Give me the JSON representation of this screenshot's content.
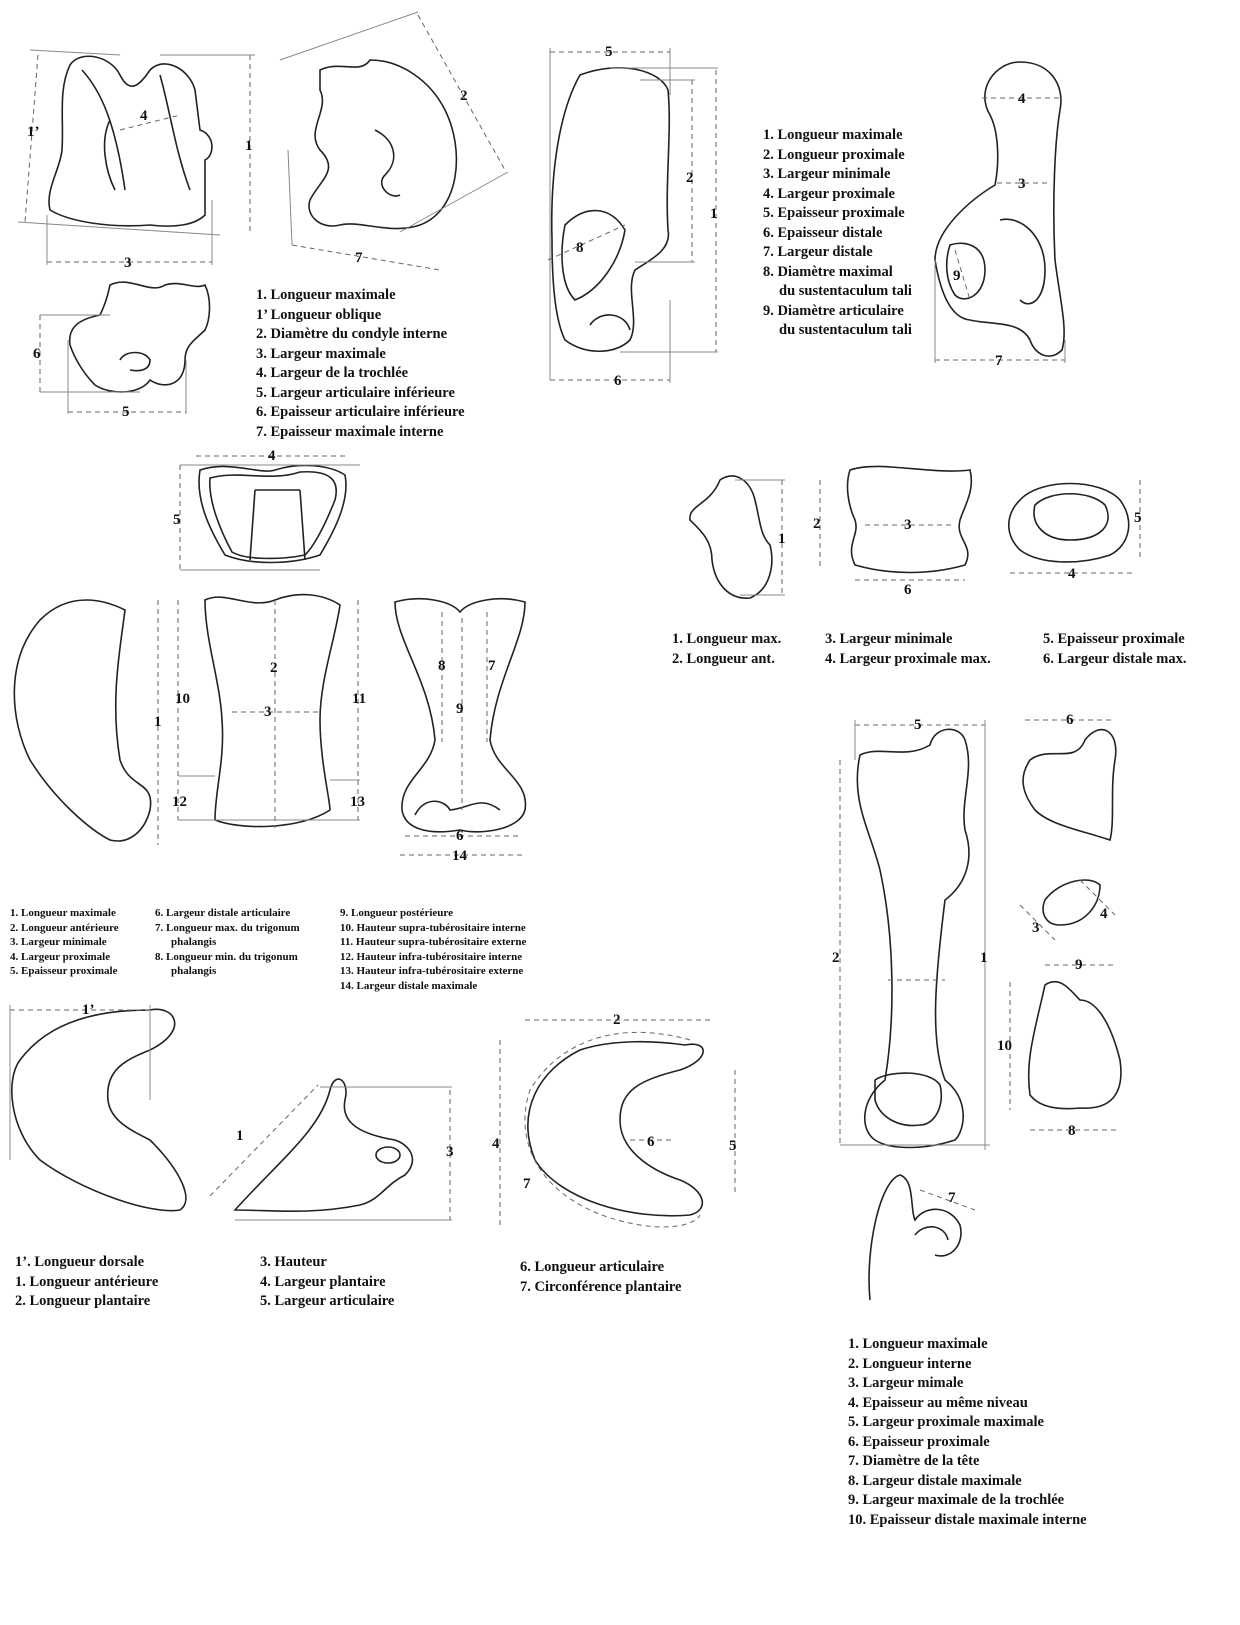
{
  "figures": {
    "astragalus": {
      "labels": [
        "1’",
        "4",
        "1",
        "3",
        "6",
        "5",
        "2",
        "7"
      ]
    },
    "calcaneus": {
      "labels": [
        "5",
        "2",
        "1",
        "8",
        "6"
      ]
    },
    "scapula_like": {
      "labels": [
        "4",
        "3",
        "9",
        "7"
      ]
    },
    "phalanx": {
      "labels": [
        "4",
        "5",
        "2",
        "10",
        "3",
        "11",
        "1",
        "12",
        "13",
        "8",
        "7",
        "9",
        "6",
        "14"
      ]
    },
    "small_bones": {
      "labels": [
        "1",
        "2",
        "3",
        "6",
        "5",
        "4"
      ]
    },
    "hoof": {
      "labels": [
        "1’",
        "1",
        "3",
        "2",
        "4",
        "6",
        "5",
        "7"
      ]
    },
    "femur": {
      "labels": [
        "5",
        "6",
        "2",
        "1",
        "3",
        "4",
        "9",
        "10",
        "8",
        "7"
      ]
    }
  },
  "legends": {
    "astragalus": [
      "1. Longueur maximale",
      "1’ Longueur oblique",
      "2. Diamètre du condyle interne",
      "3. Largeur maximale",
      "4. Largeur de la trochlée",
      "5. Largeur articulaire inférieure",
      "6. Epaisseur articulaire inférieure",
      "7. Epaisseur maximale interne"
    ],
    "calcaneus": [
      "1. Longueur maximale",
      "2. Longueur proximale",
      "3. Largeur minimale",
      "4. Largeur proximale",
      "5. Epaisseur proximale",
      "6. Epaisseur distale",
      "7. Largeur distale",
      "8. Diamètre maximal",
      "du sustentaculum tali",
      "9. Diamètre articulaire",
      "du sustentaculum tali"
    ],
    "small_bones": {
      "col1": [
        "1. Longueur max.",
        "2. Longueur ant."
      ],
      "col2": [
        "3. Largeur minimale",
        "4. Largeur proximale max."
      ],
      "col3": [
        "5. Epaisseur proximale",
        "6. Largeur distale max."
      ]
    },
    "phalanx": {
      "col1": [
        "1. Longueur maximale",
        "2. Longueur antérieure",
        "3. Largeur minimale",
        "4. Largeur proximale",
        "5. Epaisseur proximale"
      ],
      "col2": [
        "6. Largeur distale articulaire",
        "7. Longueur max. du trigonum",
        "phalangis",
        "8. Longueur min. du trigonum",
        "phalangis"
      ],
      "col3": [
        "9. Longueur postérieure",
        "10. Hauteur supra-tubérositaire interne",
        "11. Hauteur supra-tubérositaire externe",
        "12. Hauteur infra-tubérositaire interne",
        "13. Hauteur infra-tubérositaire externe",
        "14. Largeur distale maximale"
      ]
    },
    "hoof": {
      "col1": [
        "1’. Longueur dorsale",
        "1. Longueur antérieure",
        "2. Longueur plantaire"
      ],
      "col2": [
        "3. Hauteur",
        "4. Largeur plantaire",
        "5. Largeur articulaire"
      ],
      "col3": [
        "6. Longueur articulaire",
        "7. Circonférence plantaire"
      ]
    },
    "femur": [
      "1. Longueur maximale",
      "2. Longueur interne",
      "3. Largeur mimale",
      "4. Epaisseur au même niveau",
      "5. Largeur proximale maximale",
      "6. Epaisseur proximale",
      "7. Diamètre de la tête",
      "8. Largeur distale maximale",
      "9. Largeur maximale de la trochlée",
      "10. Epaisseur distale maximale interne"
    ]
  }
}
